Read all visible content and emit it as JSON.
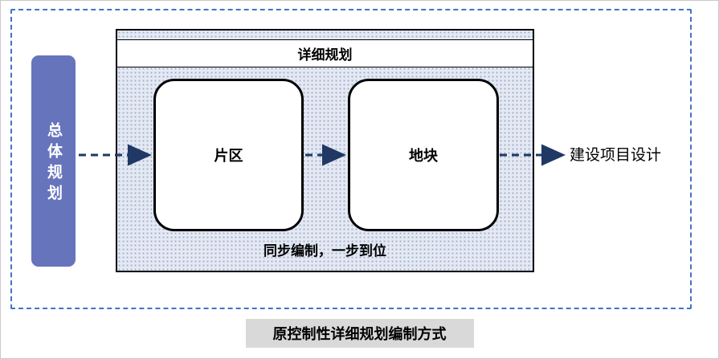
{
  "diagram": {
    "left_box": {
      "label": "总体规划"
    },
    "detail_box": {
      "title": "详细规划",
      "nodes": [
        {
          "label": "片区"
        },
        {
          "label": "地块"
        }
      ],
      "bottom_note": "同步编制，一步到位"
    },
    "right_label": "建设项目设计",
    "caption": "原控制性详细规划编制方式",
    "icons": [
      "dashed-arrow-icon",
      "dashed-arrow-icon",
      "dashed-arrow-icon"
    ],
    "colors": {
      "outer_dashed_border": "#4472C4",
      "left_box_fill": "#6674BC",
      "left_box_text": "#FFFFFF",
      "detail_box_pattern_base": "#E4E9F3",
      "detail_box_pattern_dot": "#A3B0CC",
      "node_border": "#000000",
      "arrow": "#1F3864",
      "caption_background": "#D9D9D9"
    }
  }
}
